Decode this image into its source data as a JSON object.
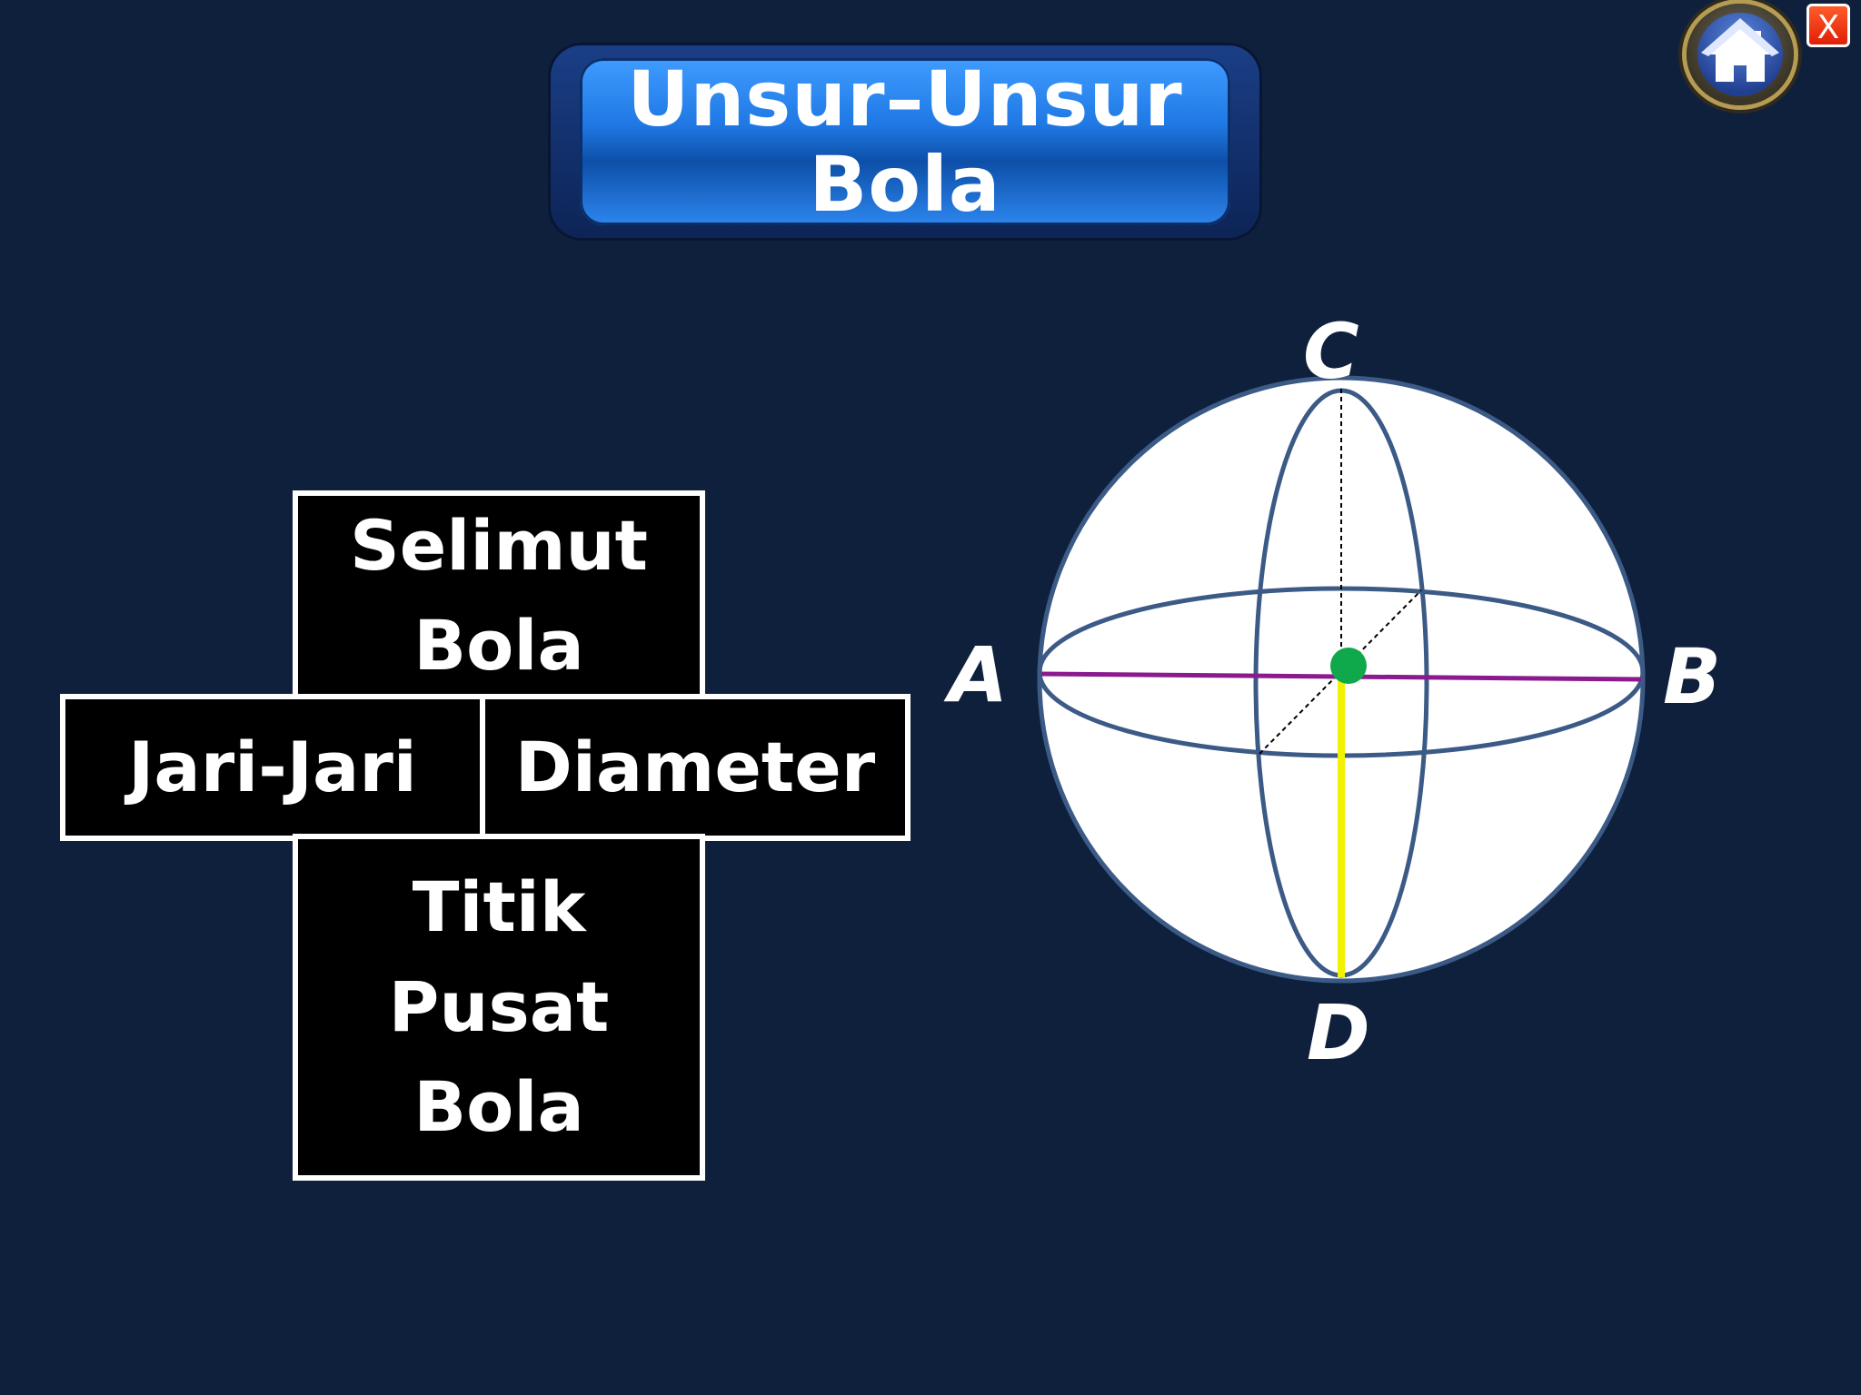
{
  "title": {
    "line1": "Unsur–Unsur",
    "line2": "Bola"
  },
  "controls": {
    "home_icon": "home-icon",
    "close_label": "X"
  },
  "cells": {
    "selimut": "Selimut\nBola",
    "jari_jari": "Jari-Jari",
    "diameter": "Diameter",
    "titik_pusat": "Titik\nPusat\nBola"
  },
  "diagram": {
    "points": {
      "c": "C",
      "a": "A",
      "b": "B",
      "d": "D"
    },
    "colors": {
      "sphere_fill": "#ffffff",
      "outline": "#3c5a86",
      "diameter_line": "#8a1a8e",
      "radius_line": "#f2f200",
      "center_dot": "#0fa84a"
    }
  }
}
